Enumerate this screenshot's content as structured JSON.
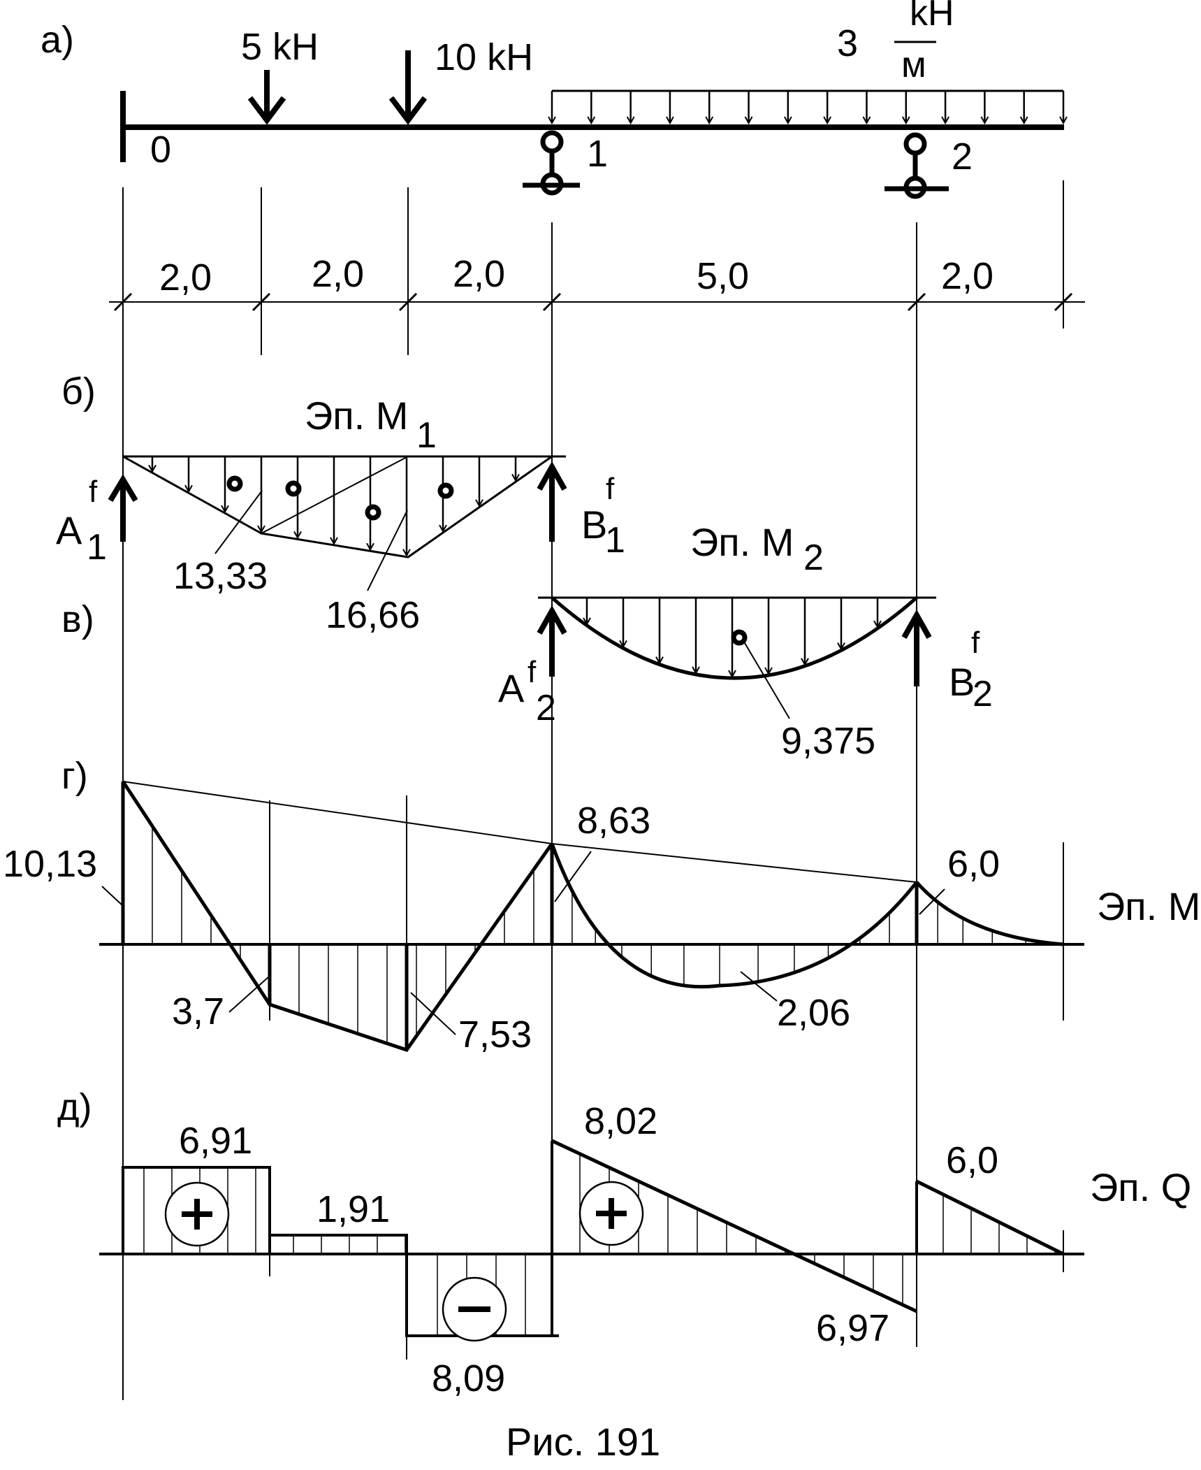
{
  "panel_labels": {
    "a": "а)",
    "b": "б)",
    "v": "в)",
    "g": "г)",
    "d": "д)"
  },
  "loads": {
    "p1": "5 kH",
    "p2": "10 kH",
    "q_value": "3",
    "q_num": "kH",
    "q_den": "м"
  },
  "nodes": {
    "n0": "0",
    "n1": "1",
    "n2": "2"
  },
  "spans": [
    "2,0",
    "2,0",
    "2,0",
    "5,0",
    "2,0"
  ],
  "panel_b": {
    "title": "Эп. М",
    "title_sub": "1",
    "left_reaction": "A",
    "left_sub": "1",
    "left_sup": "f",
    "right_reaction": "B",
    "right_sub": "1",
    "right_sup": "f",
    "value_1": "13,33",
    "value_2": "16,66"
  },
  "panel_v": {
    "title": "Эп. М",
    "title_sub": "2",
    "left_reaction": "A",
    "left_sub": "2",
    "left_sup": "f",
    "right_reaction": "B",
    "right_sub": "2",
    "right_sup": "f",
    "value": "9,375"
  },
  "panel_g": {
    "title": "Эп. М",
    "values": [
      "10,13",
      "3,7",
      "7,53",
      "8,63",
      "2,06",
      "6,0"
    ]
  },
  "panel_d": {
    "title": "Эп. Q",
    "values": [
      "6,91",
      "1,91",
      "8,09",
      "8,02",
      "6,97",
      "6,0"
    ],
    "plus": "+",
    "minus": "−"
  },
  "caption": "Рис. 191"
}
